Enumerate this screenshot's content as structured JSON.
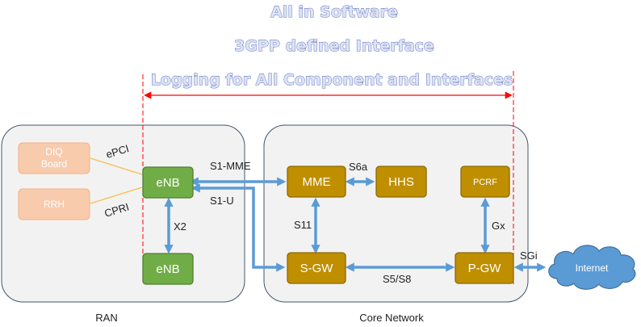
{
  "headlines": [
    "All in Software",
    "3GPP defined Interface",
    "Logging for All Component and Interfaces"
  ],
  "regions": {
    "ran": "RAN",
    "core": "Core Network"
  },
  "ran_nodes": {
    "diq": "DIQ\nBoard",
    "rrh": "RRH",
    "enb_top": "eNB",
    "enb_bottom": "eNB"
  },
  "core_nodes": {
    "mme": "MME",
    "hhs": "HHS",
    "pcrf": "PCRF",
    "sgw": "S-GW",
    "pgw": "P-GW"
  },
  "internet": "Internet",
  "interfaces": {
    "epci": "ePCI",
    "cpri": "CPRI",
    "s1_mme": "S1-MME",
    "s1_u": "S1-U",
    "x2": "X2",
    "s6a": "S6a",
    "s11": "S11",
    "gx": "Gx",
    "s5_s8": "S5/S8",
    "sgi": "SGi"
  },
  "colors": {
    "enb": "#70ad47",
    "core": "#bf8f00",
    "ran_peach": "#f8cbad",
    "link": "#5b9bd5",
    "cloud": "#5b9bd5",
    "scope": "#ff0000"
  }
}
